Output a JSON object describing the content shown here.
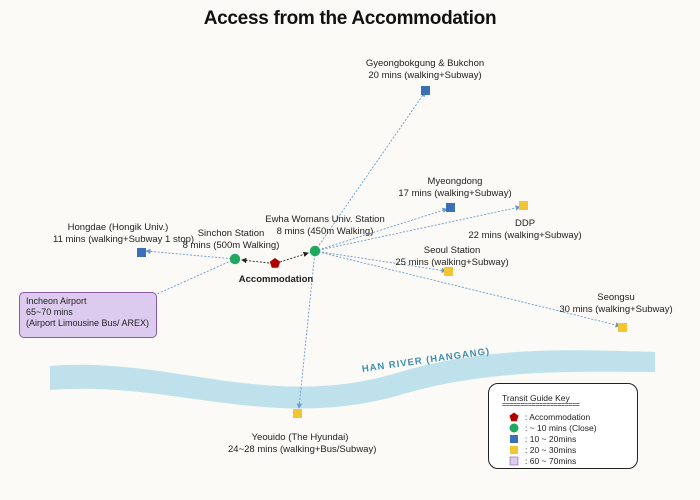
{
  "title": "Access from the Accommodation",
  "river_label": "HAN RIVER (HANGANG)",
  "accommodation": {
    "label": "Accommodation"
  },
  "places": {
    "gyeongbokgung": {
      "name": "Gyeongbokgung & Bukchon",
      "time": "20 mins  (walking+Subway)"
    },
    "myeongdong": {
      "name": "Myeongdong",
      "time": "17 mins  (walking+Subway)"
    },
    "ddp": {
      "name": "DDP",
      "time": "22 mins  (walking+Subway)"
    },
    "ewha": {
      "name": "Ewha Womans  Univ. Station",
      "time": "8 mins  (450m Walking)"
    },
    "sinchon": {
      "name": "Sinchon  Station",
      "time": "8 mins  (500m Walking)"
    },
    "hongdae": {
      "name": "Hongdae (Hongik Univ.)",
      "time": "11 mins  (walking+Subway  1 stop)"
    },
    "seoul_station": {
      "name": "Seoul Station",
      "time": "25 mins  (walking+Subway)"
    },
    "seongsu": {
      "name": "Seongsu",
      "time": "30 mins  (walking+Subway)"
    },
    "yeouido": {
      "name": "Yeouido  (The Hyundai)",
      "time": "24~28 mins  (walking+Bus/Subway)"
    },
    "airport": {
      "name": "Incheon Airport",
      "time": "65~70 mins",
      "note": "(Airport Limousine  Bus/ AREX)"
    }
  },
  "legend": {
    "title": "Transit Guide Key",
    "separator": "=====================",
    "items": [
      {
        "label": ":  Accommodation",
        "shape": "pentagon",
        "color": "#b00000"
      },
      {
        "label": ":  ~ 10 mins  (Close)",
        "shape": "circle",
        "color": "#1ea860"
      },
      {
        "label": ":  10 ~ 20mins",
        "shape": "square",
        "color": "#3b6fb6"
      },
      {
        "label": ":  20 ~ 30mins",
        "shape": "square",
        "color": "#f2c531"
      },
      {
        "label": ":  60 ~ 70mins",
        "shape": "square",
        "color": "#dccbef"
      }
    ]
  },
  "colors": {
    "accommodation": "#b00000",
    "close": "#1ea860",
    "mid": "#3b6fb6",
    "far": "#f2c531",
    "airport": "#dccbef",
    "river": "#bfe1ec",
    "line": "#6a9ad0"
  }
}
